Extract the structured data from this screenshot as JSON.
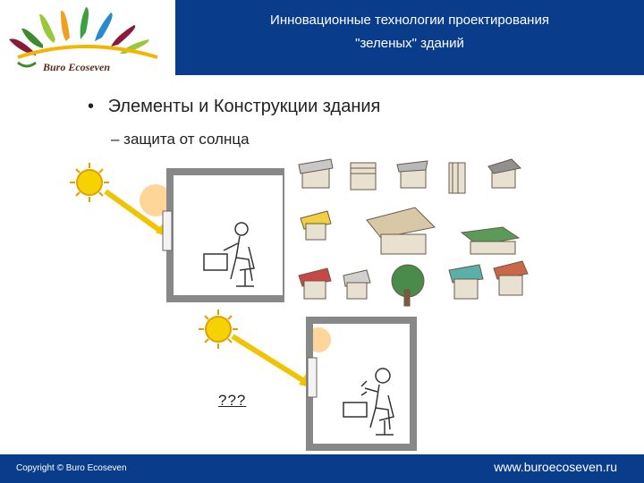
{
  "header": {
    "title_line1": "Инновационные технологии проектирования",
    "title_line2": "\"зеленых\" зданий",
    "logo_text": "Buro Ecoseven"
  },
  "main": {
    "bullet_marker": "•",
    "bullet": "Элементы и Конструкции здания",
    "sub_bullet": "– защита от солнца",
    "question": "???"
  },
  "footer": {
    "copyright": "Copyright © Buro Ecoseven",
    "website": "www.buroecoseven.ru"
  },
  "colors": {
    "header_band": "#0a3c8c",
    "sun": "#f5d200",
    "arrow": "#f0c400",
    "wall": "#cfcfcf"
  },
  "icons": [
    "sun-icon",
    "logo-leaf-icon",
    "chair-icon",
    "person-icon"
  ]
}
